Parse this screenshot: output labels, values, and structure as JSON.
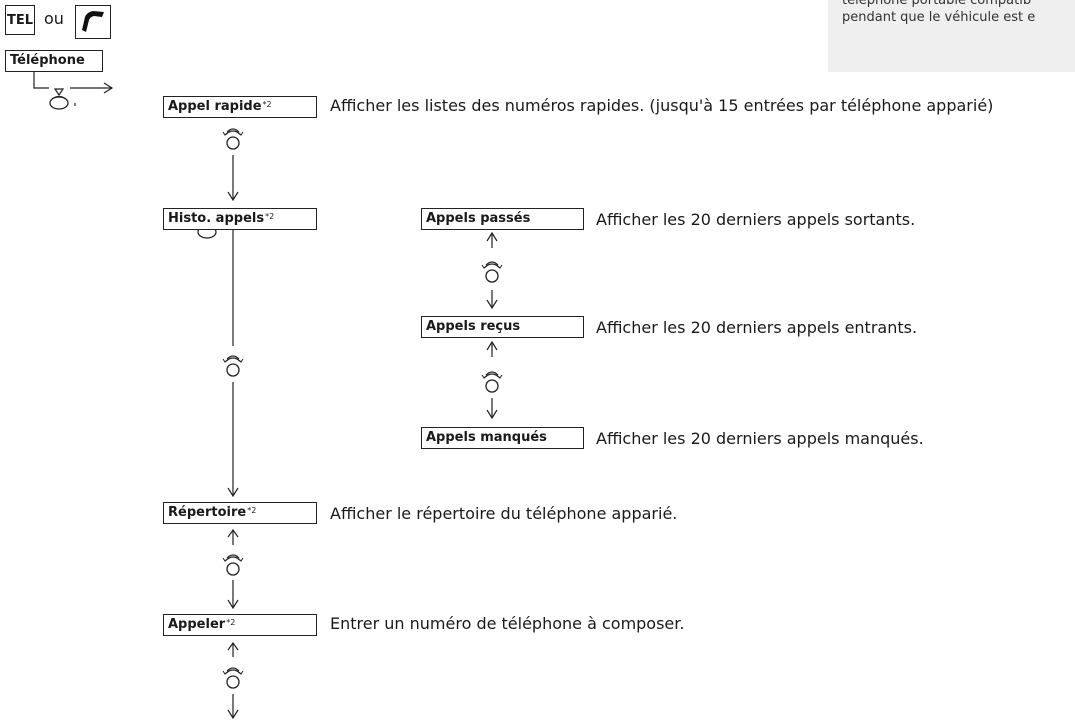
{
  "header": {
    "tel_key": "TEL",
    "or_text": "ou",
    "phone_key_icon": "phone-handset-icon"
  },
  "note": {
    "line1": "téléphone portable compatib",
    "line2": "pendant que le véhicule est e"
  },
  "root": {
    "label": "Téléphone"
  },
  "menu": [
    {
      "label": "Appel rapide",
      "footnote": "*2",
      "desc": "Afficher les listes des numéros rapides. (jusqu'à 15 entrées par téléphone apparié)"
    },
    {
      "label": "Histo. appels",
      "footnote": "*2",
      "desc": ""
    },
    {
      "label": "Répertoire",
      "footnote": "*2",
      "desc": "Afficher le répertoire du téléphone apparié."
    },
    {
      "label": "Appeler",
      "footnote": "*2",
      "desc": "Entrer un numéro de téléphone à composer."
    }
  ],
  "submenu": [
    {
      "label": "Appels passés",
      "desc": "Afficher les 20 derniers appels sortants."
    },
    {
      "label": "Appels reçus",
      "desc": "Afficher les 20 derniers appels entrants."
    },
    {
      "label": "Appels manqués",
      "desc": "Afficher les 20 derniers appels manqués."
    }
  ],
  "icons": {
    "press": "press-knob-icon",
    "rotate": "rotate-knob-icon"
  }
}
